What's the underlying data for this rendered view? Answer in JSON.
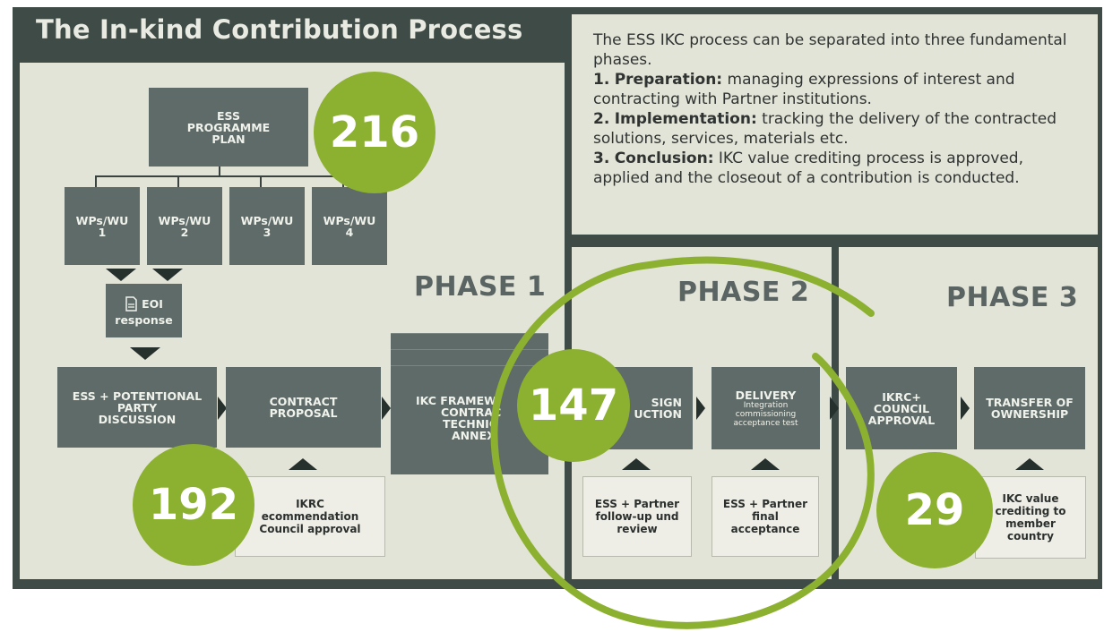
{
  "title": "The In-kind Contribution Process",
  "info": {
    "intro": "The ESS IKC process can be separated into three fundamental phases.",
    "p1_num": "1.",
    "p1_name": "Preparation:",
    "p1_text": " managing expressions of interest and contracting with Partner institutions.",
    "p2_num": "2.",
    "p2_name": "Implementation:",
    "p2_text": " tracking the delivery of the contracted solutions, services, materials etc.",
    "p3_num": "3.",
    "p3_name": "Conclusion:",
    "p3_text": " IKC value crediting process is approved, applied and the closeout of a contribution is conducted."
  },
  "phases": {
    "p1": "PHASE 1",
    "p2": "PHASE 2",
    "p3": "PHASE 3"
  },
  "boxes": {
    "programme": [
      "ESS",
      "PROGRAMME",
      "PLAN"
    ],
    "wp1": [
      "WPs/WU",
      "1"
    ],
    "wp2": [
      "WPs/WU",
      "2"
    ],
    "wp3": [
      "WPs/WU",
      "3"
    ],
    "wp4": [
      "WPs/WU",
      "4"
    ],
    "eoi": [
      "EOI",
      "response"
    ],
    "discussion": [
      "ESS + POTENTIONAL",
      "PARTY",
      "DISCUSSION"
    ],
    "contract": [
      "CONTRACT",
      "PROPOSAL"
    ],
    "framework": [
      "IKC FRAMEW",
      "CONTRAC",
      "TECHNIC",
      "ANNEX"
    ],
    "design": [
      "SIGN",
      "UCTION"
    ],
    "delivery_title": "DELIVERY",
    "delivery_sub": [
      "Integration",
      "commissioning",
      "acceptance test"
    ],
    "ikrc_council": [
      "IKRC+",
      "COUNCIL",
      "APPROVAL"
    ],
    "transfer": [
      "TRANSFER OF",
      "OWNERSHIP"
    ],
    "ikrc_rec": [
      "IKRC",
      "ecommendation",
      "Council approval"
    ],
    "followup": [
      "ESS + Partner",
      "follow-up und",
      "review"
    ],
    "final": [
      "ESS + Partner",
      "final",
      "acceptance"
    ],
    "crediting": [
      "IKC value",
      "crediting to",
      "member",
      "country"
    ]
  },
  "badges": {
    "b216": "216",
    "b192": "192",
    "b147": "147",
    "b29": "29"
  },
  "colors": {
    "frame": "#3f4b46",
    "panel": "#e3e4d8",
    "box": "#5f6b68",
    "badge": "#8cb030"
  }
}
